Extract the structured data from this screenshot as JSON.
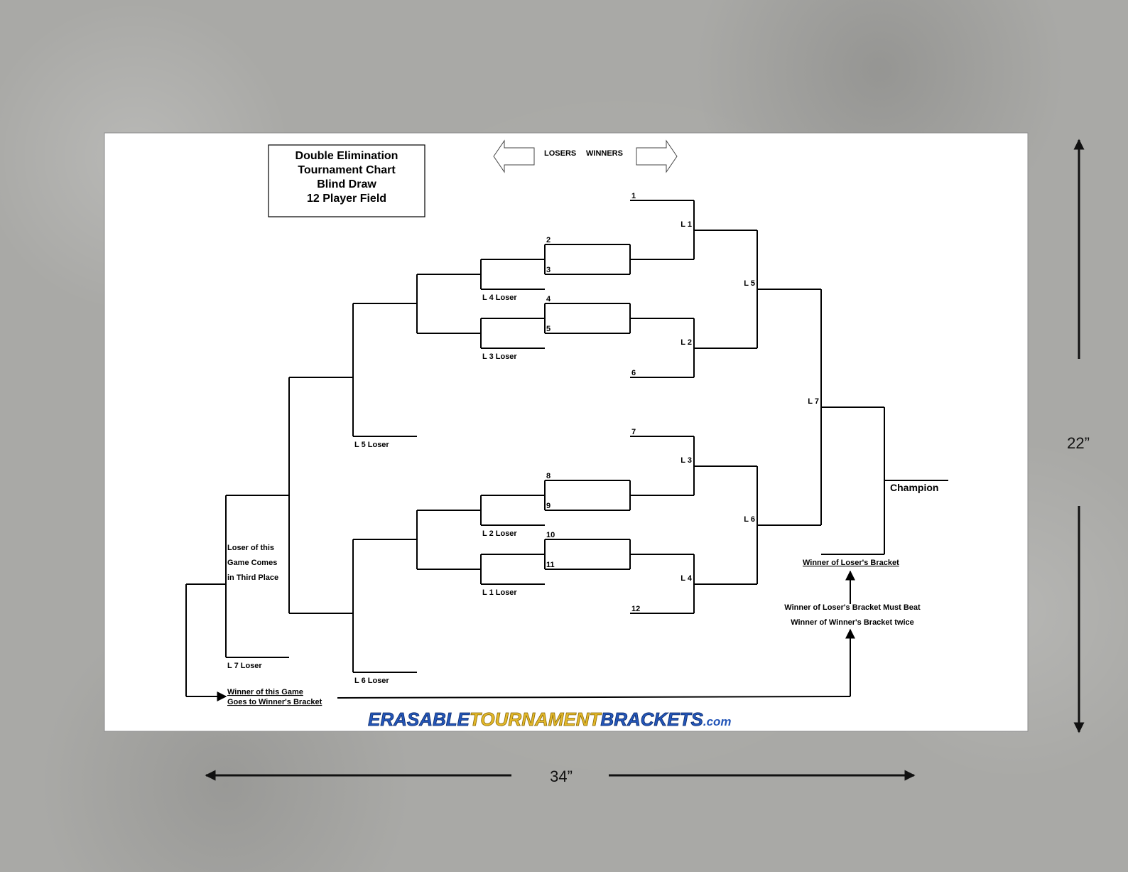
{
  "chart_title": [
    "Double Elimination",
    "Tournament Chart",
    "Blind Draw",
    "12 Player Field"
  ],
  "direction": {
    "losers": "LOSERS",
    "winners": "WINNERS"
  },
  "seeds": [
    "1",
    "2",
    "3",
    "4",
    "5",
    "6",
    "7",
    "8",
    "9",
    "10",
    "11",
    "12"
  ],
  "winners_games": [
    "L 1",
    "L 2",
    "L 3",
    "L 4",
    "L 5",
    "L 6",
    "L 7"
  ],
  "loser_slots": {
    "l4": "L 4 Loser",
    "l3": "L 3 Loser",
    "l2": "L 2 Loser",
    "l1": "L 1 Loser",
    "l5": "L 5 Loser",
    "l6": "L 6 Loser",
    "l7": "L 7 Loser"
  },
  "third_place": [
    "Loser of this",
    "Game Comes",
    "in Third Place"
  ],
  "winner_note": [
    "Winner of this Game",
    "Goes to Winner's Bracket"
  ],
  "champion": "Champion",
  "losers_bracket_winner": "Winner of Loser's Bracket",
  "must_beat": [
    "Winner of Loser's Bracket Must Beat",
    "Winner of Winner's Bracket twice"
  ],
  "brand": {
    "part1": "ERASABLE",
    "part2": "TOURNAMENT",
    "part3": "BRACKETS",
    "suffix": ".com"
  },
  "dimensions": {
    "height": "22”",
    "width": "34”"
  }
}
